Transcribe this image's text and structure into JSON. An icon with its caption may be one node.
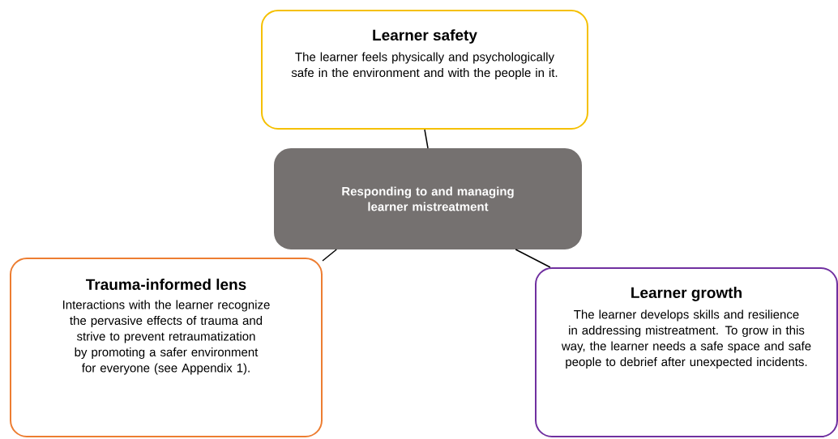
{
  "diagram": {
    "nodes": [
      {
        "text": [
          "Learner safety",
          "The learner feels physically and psychologically safe in the environment and with the people in it."
        ]
      },
      {
        "text": [
          "Responding to and managing learner mistreatment"
        ]
      },
      {
        "text": [
          "Trauma-informed lens",
          "Interactions with the learner recognize the pervasive effects of trauma and strive to prevent retraumatization by promoting a safer environment for everyone (see Appendix 1)."
        ]
      },
      {
        "text": [
          "Learner growth",
          "The learner develops skills and resilience in addressing mistreatment. To grow in this way, the learner needs a safe space and safe people to debrief after unexpected incidents."
        ]
      }
    ],
    "edges": [
      {
        "from": 0,
        "to": 1,
        "arrow": "none"
      },
      {
        "from": 1,
        "to": 2,
        "arrow": "none"
      },
      {
        "from": 1,
        "to": 3,
        "arrow": "none"
      }
    ]
  }
}
